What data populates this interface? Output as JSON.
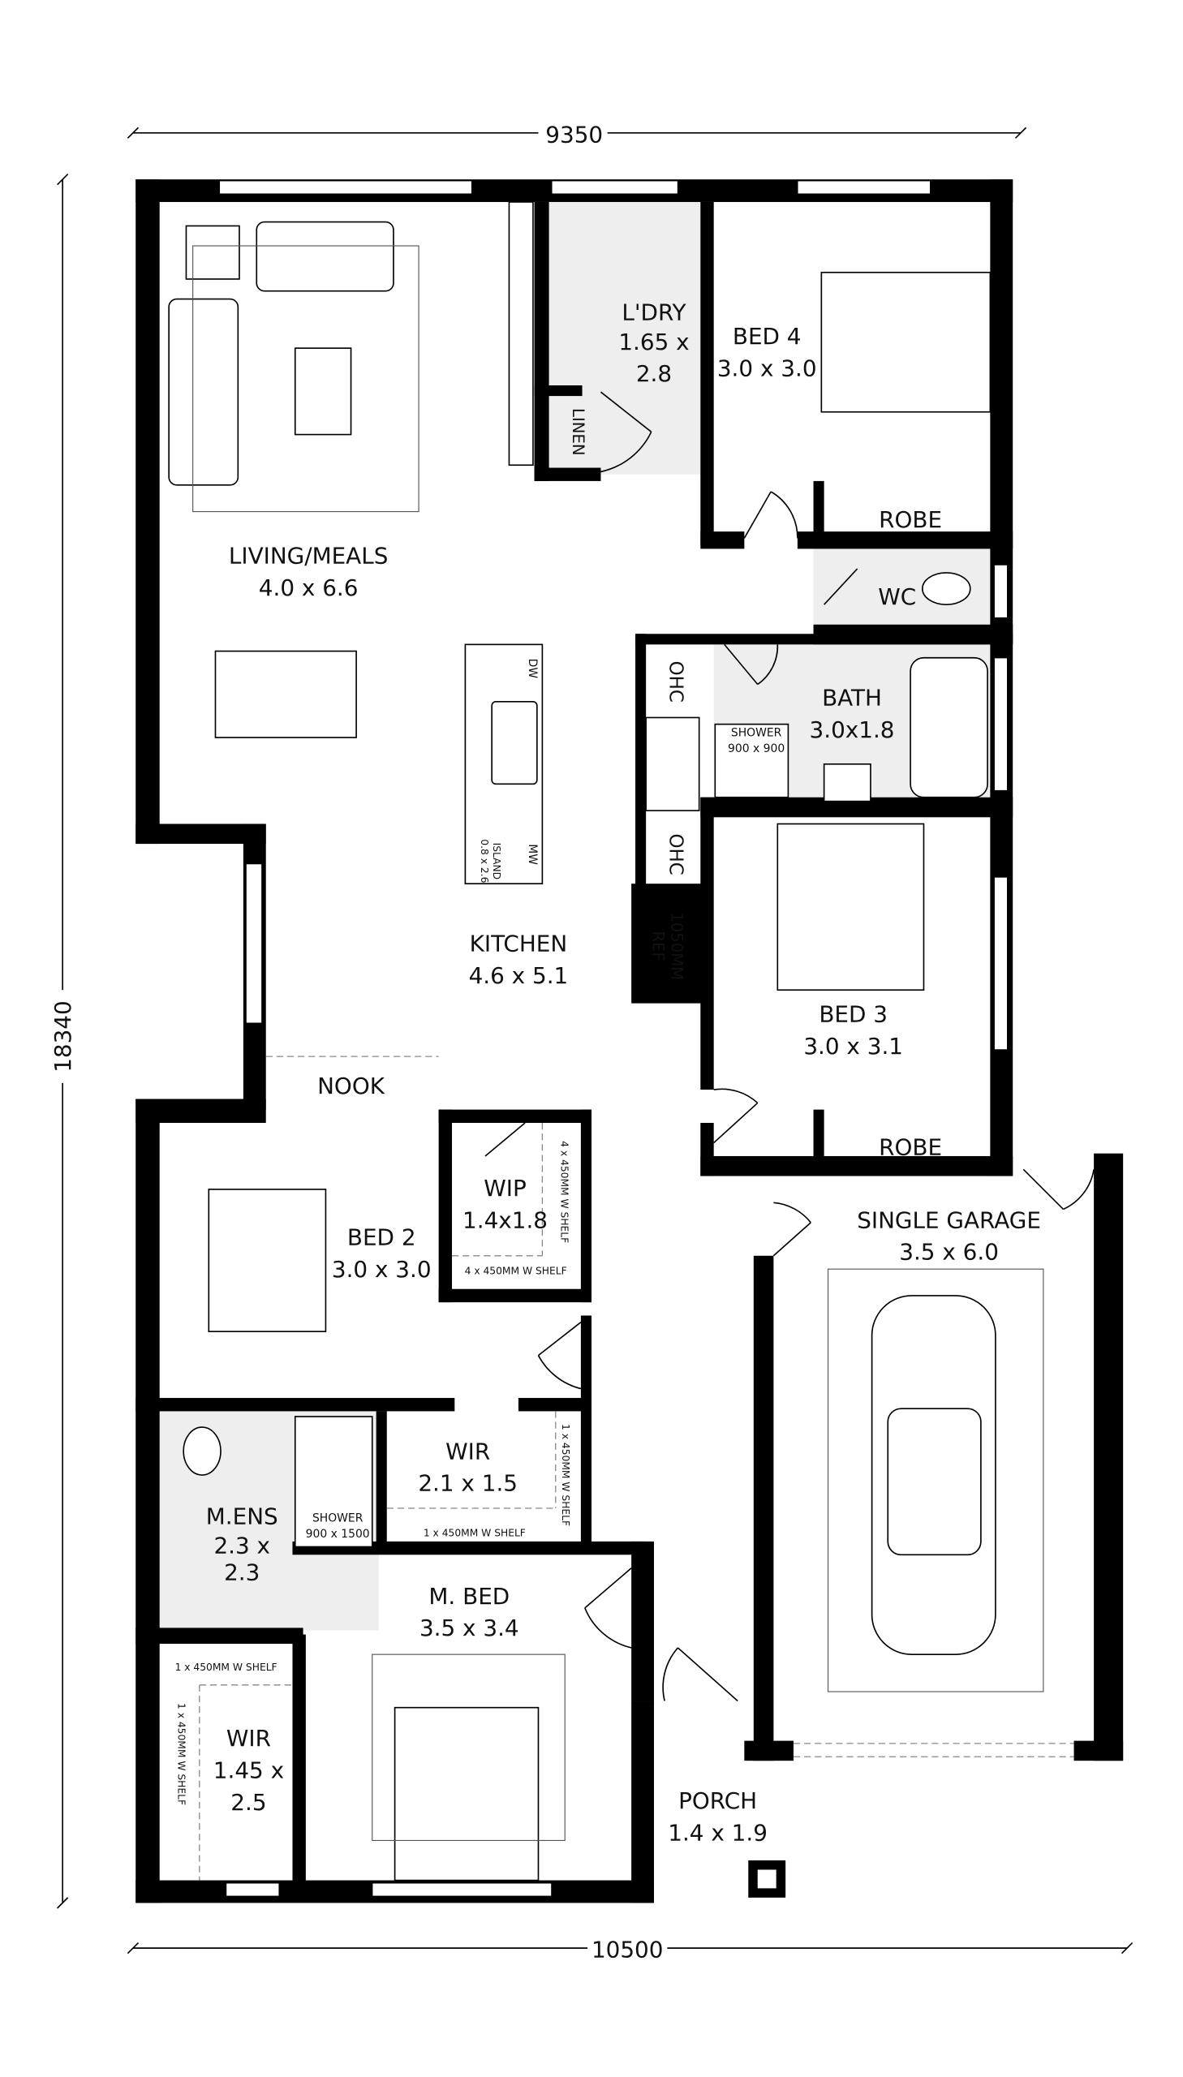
{
  "dimensions": {
    "top": "9350",
    "left": "18340",
    "bottom": "10500"
  },
  "rooms": {
    "living": {
      "name": "LIVING/MEALS",
      "size": "4.0 x 6.6"
    },
    "laundry": {
      "name": "L'DRY",
      "size_a": "1.65 x",
      "size_b": "2.8"
    },
    "linen": {
      "name": "LINEN"
    },
    "bed4": {
      "name": "BED 4",
      "size": "3.0 x 3.0"
    },
    "robe4": {
      "name": "ROBE"
    },
    "wc": {
      "name": "WC"
    },
    "bath": {
      "name": "BATH",
      "size": "3.0x1.8"
    },
    "bath_shower": {
      "name": "SHOWER",
      "size": "900 x 900"
    },
    "ohc_top": {
      "name": "OHC"
    },
    "ohc_bottom": {
      "name": "OHC"
    },
    "ref": {
      "size": "1050MM",
      "name": "REF"
    },
    "kitchen": {
      "name": "KITCHEN",
      "size": "4.6 x 5.1"
    },
    "island": {
      "name": "ISLAND",
      "size": "0.8 x 2.6",
      "dw": "DW",
      "mw": "MW"
    },
    "bed3": {
      "name": "BED 3",
      "size": "3.0 x 3.1"
    },
    "robe3": {
      "name": "ROBE"
    },
    "nook": {
      "name": "NOOK"
    },
    "wip": {
      "name": "WIP",
      "size": "1.4x1.8",
      "shelf_v": "4 x 450MM W SHELF",
      "shelf_h": "4 x 450MM W SHELF"
    },
    "garage": {
      "name": "SINGLE GARAGE",
      "size": "3.5 x 6.0"
    },
    "bed2": {
      "name": "BED 2",
      "size": "3.0 x 3.0"
    },
    "wir_ens": {
      "name": "WIR",
      "size": "2.1 x 1.5",
      "shelf_h": "1 x 450MM W SHELF",
      "shelf_v": "1 x 450MM W SHELF"
    },
    "mens": {
      "name": "M.ENS",
      "size_a": "2.3 x",
      "size_b": "2.3"
    },
    "mens_shower": {
      "name": "SHOWER",
      "size": "900 x 1500"
    },
    "mbed": {
      "name": "M. BED",
      "size": "3.5 x 3.4"
    },
    "wir_mbed": {
      "name": "WIR",
      "size_a": "1.45 x",
      "size_b": "2.5",
      "shelf_h": "1 x 450MM W SHELF",
      "shelf_v": "1 x 450MM W SHELF"
    },
    "porch": {
      "name": "PORCH",
      "size": "1.4 x 1.9"
    }
  },
  "colors": {
    "wall": "#000000",
    "tile": "#eeeeee",
    "background": "#ffffff"
  }
}
